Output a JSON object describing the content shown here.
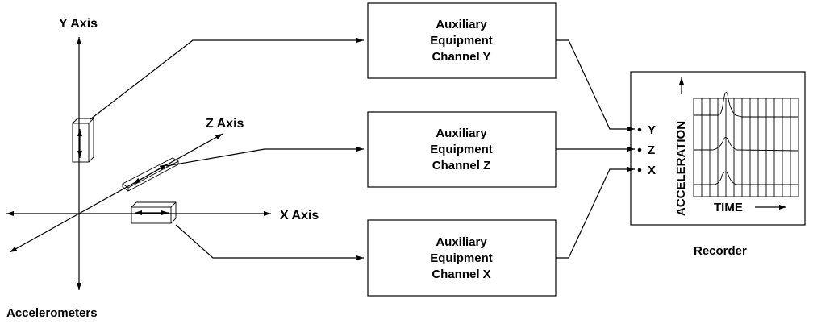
{
  "axes": {
    "y_label": "Y Axis",
    "z_label": "Z Axis",
    "x_label": "X Axis"
  },
  "sensors_label": "Accelerometers",
  "channels": [
    {
      "lines": [
        "Auxiliary",
        "Equipment",
        "Channel Y"
      ]
    },
    {
      "lines": [
        "Auxiliary",
        "Equipment",
        "Channel Z"
      ]
    },
    {
      "lines": [
        "Auxiliary",
        "Equipment",
        "Channel X"
      ]
    }
  ],
  "recorder": {
    "label": "Recorder",
    "inputs": [
      "Y",
      "Z",
      "X"
    ],
    "y_axis_label": "ACCELERATION",
    "x_axis_label": "TIME"
  }
}
